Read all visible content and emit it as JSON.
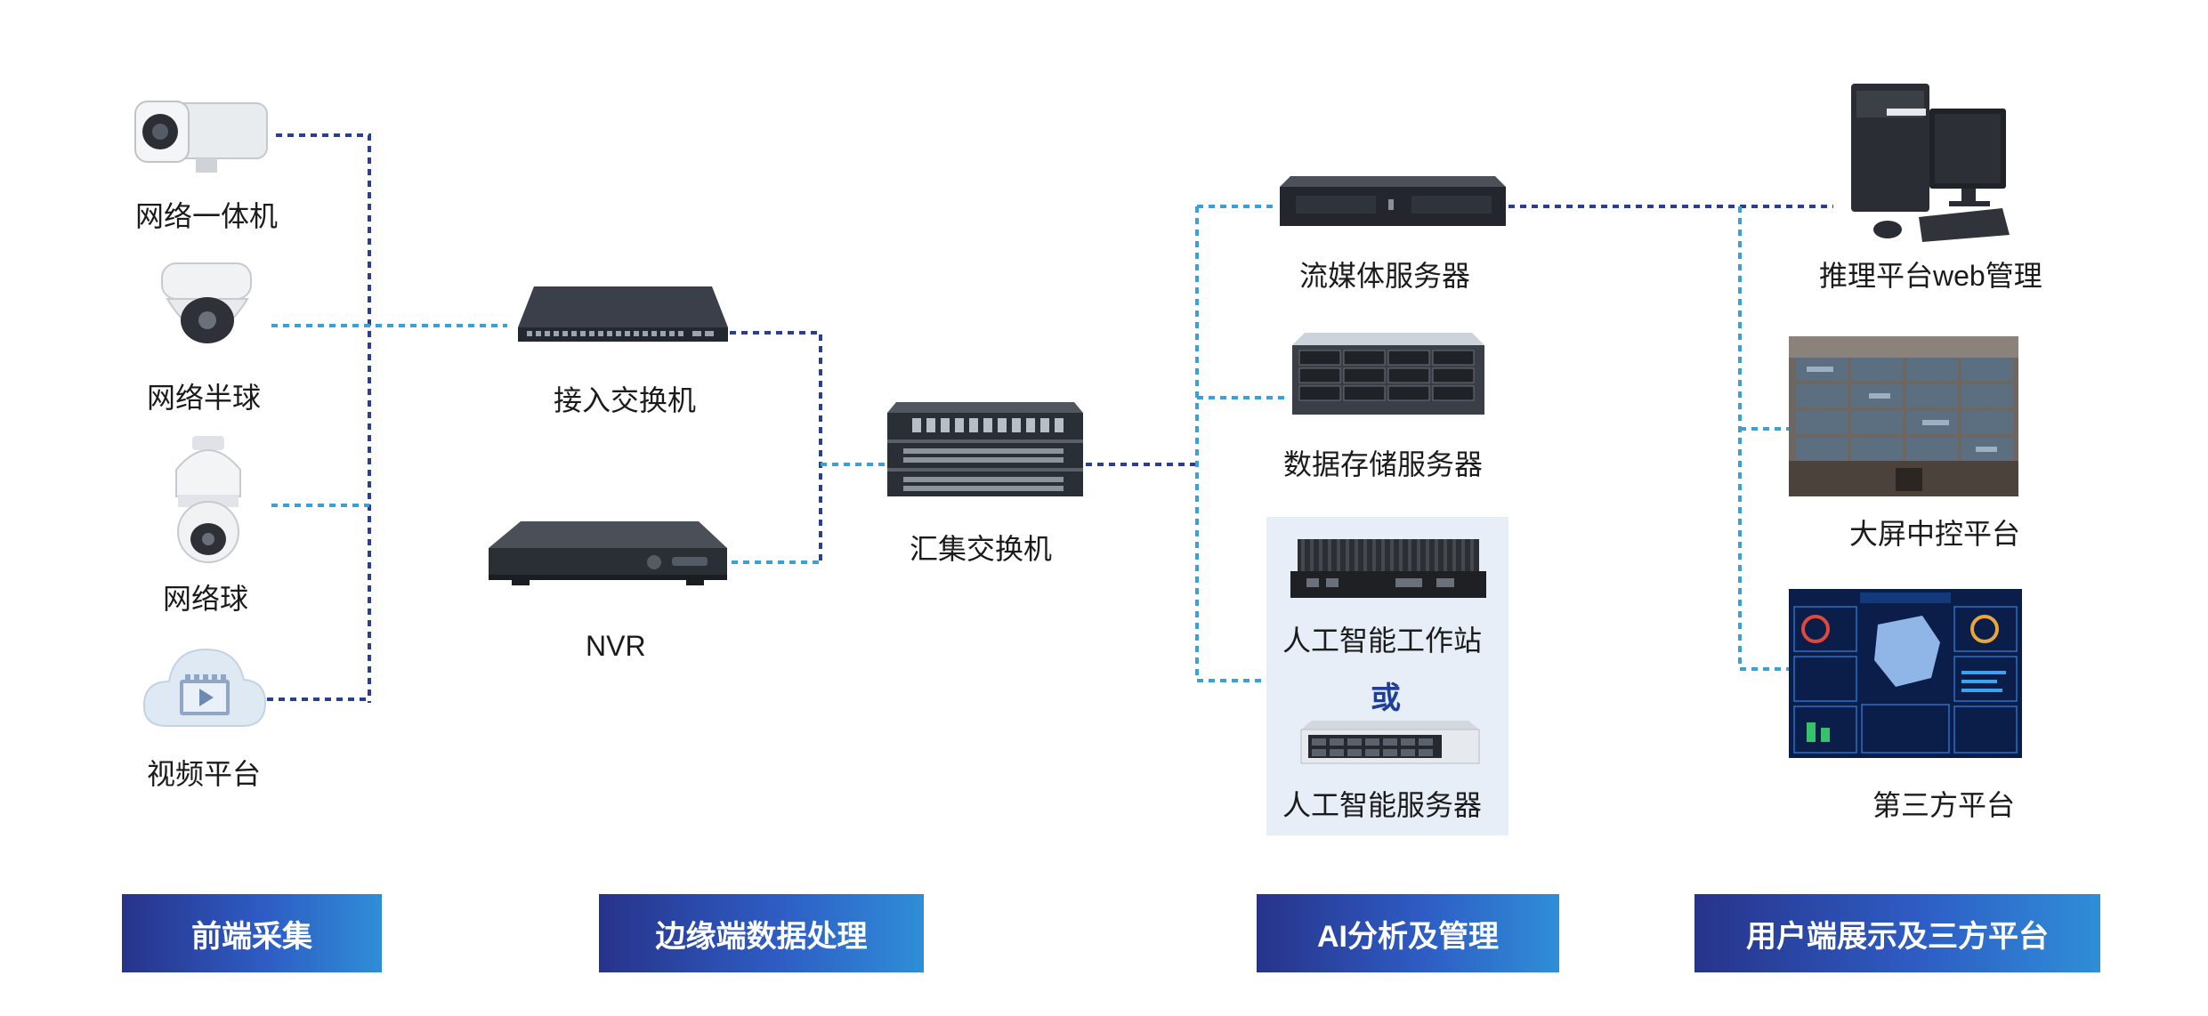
{
  "devices": {
    "bullet_camera": "网络一体机",
    "dome_camera": "网络半球",
    "ptz_camera": "网络球",
    "video_platform": "视频平台",
    "access_switch": "接入交换机",
    "nvr": "NVR",
    "aggregation_switch": "汇集交换机",
    "streaming_server": "流媒体服务器",
    "storage_server": "数据存储服务器",
    "ai_workstation": "人工智能工作站",
    "or_text": "或",
    "ai_server": "人工智能服务器",
    "web_management": "推理平台web管理",
    "big_screen": "大屏中控平台",
    "third_party": "第三方平台"
  },
  "stages": {
    "front_end": "前端采集",
    "edge": "边缘端数据处理",
    "ai": "AI分析及管理",
    "user": "用户端展示及三方平台"
  },
  "colors": {
    "dark_dash": "#2b3f8f",
    "light_dash": "#3aa0d8",
    "stage_start": "#27338a",
    "stage_end": "#2f8ed8"
  }
}
